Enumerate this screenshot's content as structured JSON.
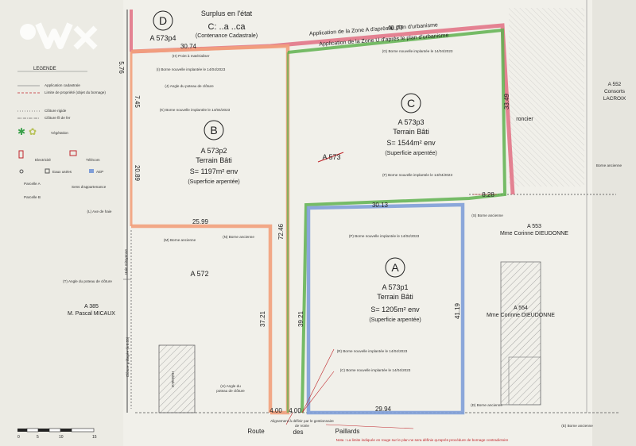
{
  "parcels": {
    "d": {
      "letter": "D",
      "ref": "A 573p4",
      "title": "Surplus en l'état",
      "value": "C: ..a ..ca",
      "note": "(Contenance Cadastrale)"
    },
    "b": {
      "letter": "B",
      "ref": "A 573p2",
      "type": "Terrain Bâti",
      "area": "S= 1197m² env",
      "note": "(Superficie arpentée)"
    },
    "c": {
      "letter": "C",
      "ref": "A 573p3",
      "type": "Terrain Bâti",
      "area": "S= 1544m² env",
      "note": "(Superficie arpentée)"
    },
    "a": {
      "letter": "A",
      "ref": "A 573p1",
      "type": "Terrain Bâti",
      "area": "S= 1205m² env",
      "note": "(Superficie arpentée)"
    }
  },
  "zones": {
    "zone_a": "Application de la Zone A d'après le plan d'urbanisme",
    "zone_u": "Application de la Zone U d'après le plan d'urbanisme"
  },
  "lots": {
    "a573": "A 573",
    "a572": "A 572"
  },
  "neighbors": {
    "a385": {
      "ref": "A 385",
      "name": "M. Pascal MICAUX"
    },
    "a553": {
      "ref": "A 553",
      "name": "Mme Corinne DIEUDONNE"
    },
    "a554": {
      "ref": "A 554",
      "name": "Mme Corinne DIEUDONNE"
    },
    "a552": {
      "ref": "A 552",
      "owner": "Consorts",
      "name": "LACROIX"
    }
  },
  "road": {
    "word1": "Route",
    "word2": "des",
    "word3": "Paillards"
  },
  "misc": {
    "roncier": "roncier",
    "habitation": "Habitation"
  },
  "dims": {
    "d30_74": "30.74",
    "d40_77": "40.77",
    "d5_76": "5.76",
    "d7_45": "7.45",
    "d20_89": "20.89",
    "d25_99": "25.99",
    "d72_46": "72.46",
    "d37_21": "37.21",
    "d39_21": "39.21",
    "d41_19": "41.19",
    "d30_13": "30.13",
    "d8_28": "8.28",
    "d33_49": "33.49",
    "d4_00_a": "4.00",
    "d4_00_b": "4.00",
    "d29_94": "29.94"
  },
  "notes": {
    "n1": "(H) Point à matérialiser",
    "n2": "(I) Borne nouvelle implantée le 14/04/2023",
    "n3": "(J) Angle du poteau de clôture",
    "n4": "(K) Borne nouvelle implantée le 14/04/2023",
    "n5": "(G) Borne nouvelle implantée le 14/04/2023",
    "n6": "(F) Borne nouvelle implantée le 14/04/2023",
    "n7": "(L) Axe de haie",
    "n8": "(M) Borne ancienne",
    "n9": "(N) Borne ancienne",
    "n10": "(P) Borne nouvelle implantée le 14/04/2023",
    "n11": "(S) Borne ancienne",
    "n12": "(T) Angle du poteau de clôture",
    "n13": "(R) Borne nouvelle implantée le 14/04/2023",
    "n14": "(C) Borne nouvelle implantée le 14/04/2023",
    "n15": "(U) Angle du",
    "n15b": "poteau de clôture",
    "n16": "(D) Borne ancienne",
    "n17": "(E) Borne ancienne",
    "n18": "Borne ancienne",
    "n19": "Alignement à définir par le gestionnaire",
    "n19b": "de Voirie",
    "n20": "Nota : La limite indiquée en rouge sur le plan ne sera définie qu'après procédure de bornage contradictoire",
    "n21": "Haie mitoyenne",
    "n22": "Clôture grillagée (à 6.55)"
  },
  "legend": {
    "title": "LEGENDE",
    "items": [
      "Application cadastrale",
      "Limite de propriété (objet du bornage)",
      "Clôture rigide",
      "Clôture fil de fer",
      "Végétation",
      "Electricité",
      "Télécom",
      "Eaux usées",
      "AEP",
      "Parcelle A",
      "Parcelle B",
      "Sens d'appartenance"
    ]
  },
  "scale": [
    "0",
    "5",
    "10",
    "15"
  ],
  "colors": {
    "zone_a_red": "#e1677c",
    "parcel_b_orange": "#f2a07c",
    "parcel_c_green": "#5fb24f",
    "parcel_a_blue": "#7f9ed8",
    "annotation_red": "#c0262b"
  }
}
